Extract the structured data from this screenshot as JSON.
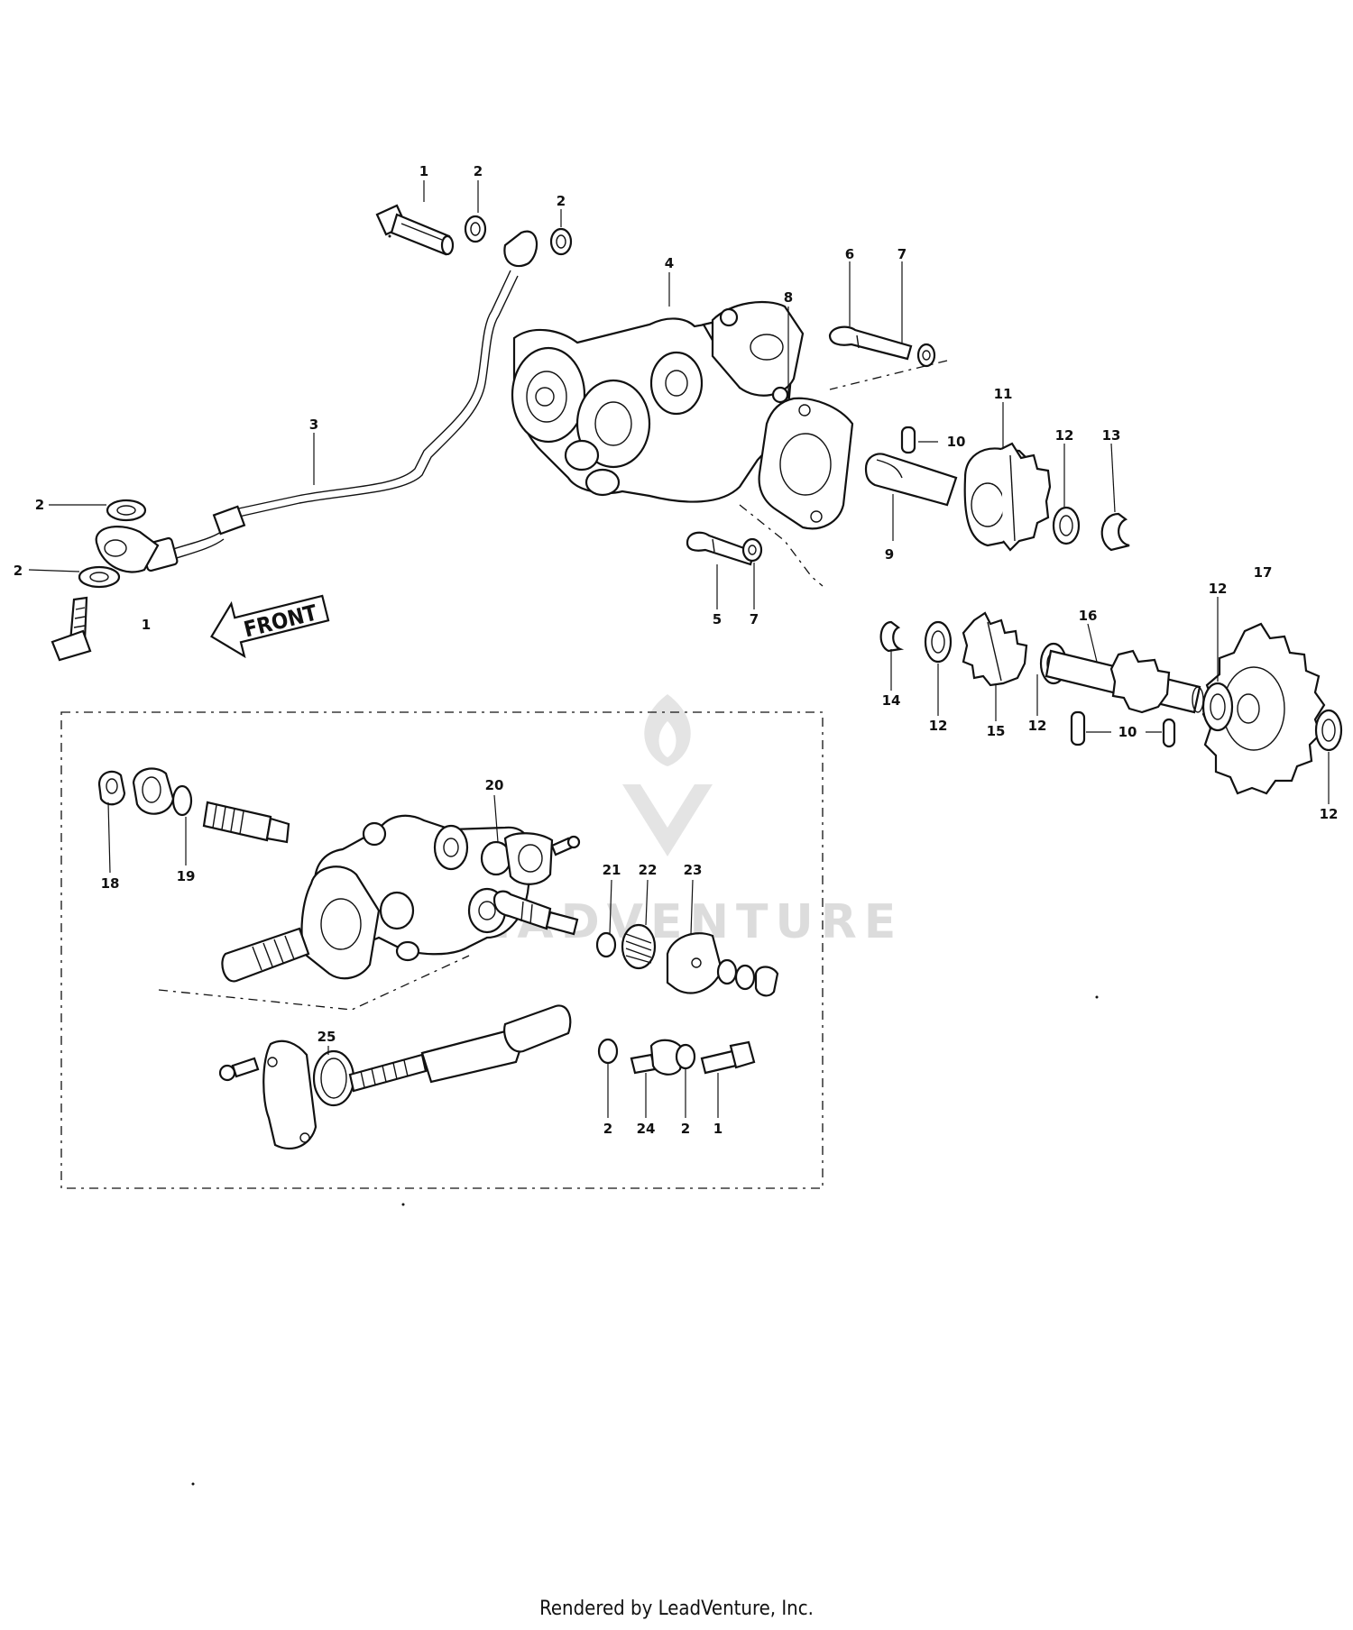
{
  "diagram": {
    "front_label": "FRONT",
    "watermark": "LEADVENTURE",
    "footer": "Rendered by LeadVenture, Inc.",
    "callouts": {
      "c1_top": "1",
      "c2_top_a": "2",
      "c2_top_b": "2",
      "c4": "4",
      "c6": "6",
      "c7_top": "7",
      "c8": "8",
      "c3": "3",
      "c10_top": "10",
      "c11": "11",
      "c12_top": "12",
      "c13": "13",
      "c2_left_a": "2",
      "c2_left_b": "2",
      "c1_left": "1",
      "c9": "9",
      "c5": "5",
      "c7_mid": "7",
      "c17": "17",
      "c12_right_top": "12",
      "c16": "16",
      "c14": "14",
      "c12_a": "12",
      "c15": "15",
      "c12_b": "12",
      "c10_bottom": "10",
      "c12_right_bottom": "12",
      "c20": "20",
      "c18": "18",
      "c19": "19",
      "c21": "21",
      "c22": "22",
      "c23": "23",
      "c25": "25",
      "c2_inset_a": "2",
      "c24": "24",
      "c2_inset_b": "2",
      "c1_inset": "1"
    }
  }
}
